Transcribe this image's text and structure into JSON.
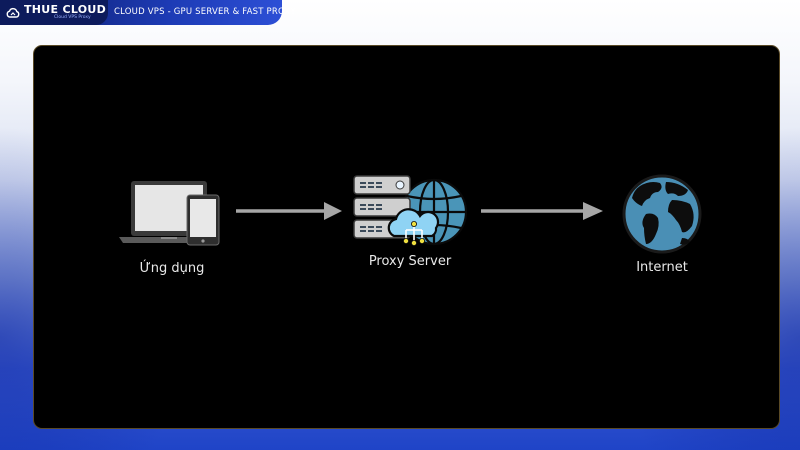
{
  "brand": {
    "name": "THUE CLOUD",
    "subtitle": "Cloud VPS Proxy",
    "tagline": "CLOUD VPS - GPU SERVER & FAST PROXY",
    "colors": {
      "bar": "#1d3bb5",
      "logo_box": "#0d1b5c",
      "accent": "#ffffff"
    }
  },
  "diagram": {
    "background": "#000000",
    "nodes": [
      {
        "id": "app",
        "label": "Ứng dụng",
        "icon": "laptop-tablet-icon"
      },
      {
        "id": "proxy",
        "label": "Proxy Server",
        "icon": "server-cloud-globe-icon"
      },
      {
        "id": "internet",
        "label": "Internet",
        "icon": "earth-globe-icon"
      }
    ],
    "edges": [
      {
        "from": "app",
        "to": "proxy"
      },
      {
        "from": "proxy",
        "to": "internet"
      }
    ],
    "colors": {
      "arrow": "#a6a6a6",
      "label": "#e8e8e8",
      "globe": "#4a95b8",
      "server": "#c8c8c8",
      "cloud": "#8fd3f4"
    }
  }
}
